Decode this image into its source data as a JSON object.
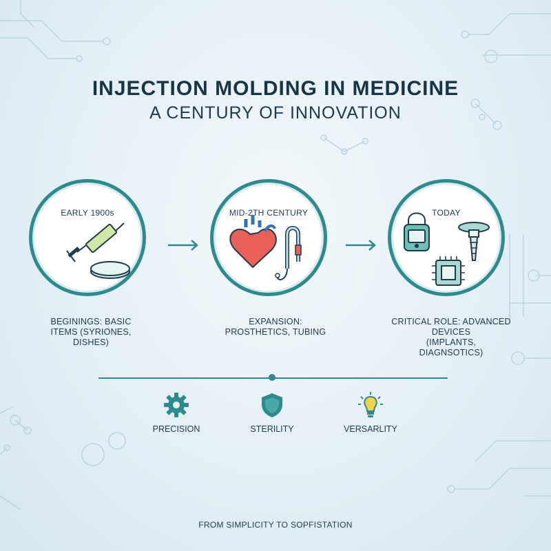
{
  "header": {
    "title": "INJECTION MOLDING IN MEDICINE",
    "subtitle": "A CENTURY OF INNOVATION"
  },
  "stages": [
    {
      "label": "EARLY 1900s",
      "caption_lines": [
        "BEGININGS: BASIC",
        "ITEMS (SYRIONES,",
        "DISHES)"
      ],
      "icons": [
        "syringe-icon",
        "petri-dish-icon"
      ]
    },
    {
      "label": "MID-2TH CENTURY",
      "caption_lines": [
        "EXPANSION:",
        "PROSTHETICS, TUBING"
      ],
      "icons": [
        "heart-icon",
        "tubing-icon"
      ]
    },
    {
      "label": "TODAY",
      "caption_lines": [
        "CRITICAL ROLE: ADVANCED",
        "DEVICES",
        "(IMPLANTS,",
        "DIAGNSOTICS)"
      ],
      "icons": [
        "smart-device-icon",
        "implant-screw-icon",
        "microchip-icon"
      ]
    }
  ],
  "attributes": [
    {
      "label": "PRECISION",
      "icon": "gear-icon"
    },
    {
      "label": "STERILITY",
      "icon": "shield-icon"
    },
    {
      "label": "VERSARLITY",
      "icon": "lightbulb-icon"
    }
  ],
  "footer": {
    "text": "FROM SIMPLICITY TO SOPFISTATION"
  },
  "colors": {
    "accent": "#2d8a8f",
    "text": "#163647",
    "background": "#e2eef5"
  }
}
